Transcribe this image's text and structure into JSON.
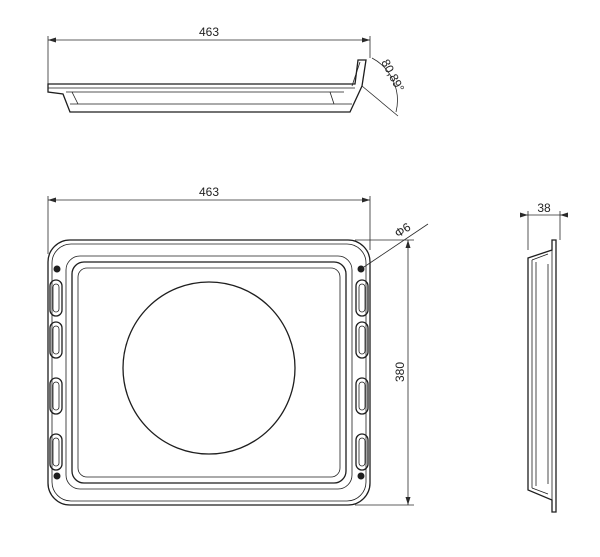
{
  "drawing": {
    "top_view_width_label": "463",
    "front_view_width_label": "463",
    "front_view_height_label": "380",
    "side_view_depth_label": "38",
    "hole_diameter_label": "Φ6",
    "wall_angle_label": "80,89°"
  },
  "colors": {
    "outline": "#1e1e1e",
    "background": "#ffffff"
  }
}
